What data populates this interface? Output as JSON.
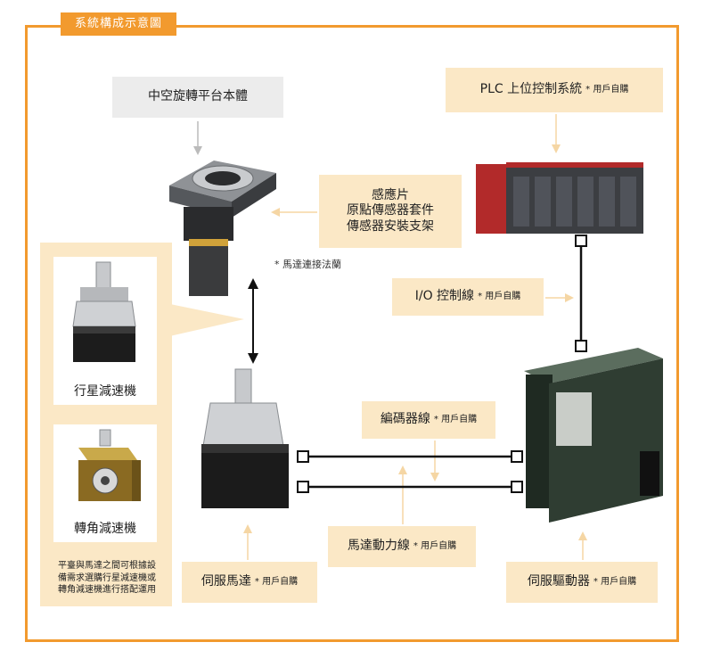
{
  "title": "系統構成示意圖",
  "colors": {
    "frame": "#f29a2e",
    "box": "#fbe8c6",
    "gray_box": "#ececec"
  },
  "top_box": {
    "label": "中空旋轉平台本體"
  },
  "plc_box": {
    "label": "PLC 上位控制系統",
    "suffix": "* 用戶自購"
  },
  "sensor_box": {
    "line1": "感應片",
    "line2": "原點傳感器套件",
    "line3": "傳感器安裝支架"
  },
  "flange_note": "* 馬達連接法蘭",
  "io_box": {
    "label": "I/O 控制線",
    "suffix": "* 用戶自購"
  },
  "encoder_box": {
    "label": "編碼器線",
    "suffix": "* 用戶自購"
  },
  "power_box": {
    "label": "馬達動力線",
    "suffix": "* 用戶自購"
  },
  "servo_motor_box": {
    "label": "伺服馬達",
    "suffix": "* 用戶自購"
  },
  "servo_driver_box": {
    "label": "伺服驅動器",
    "suffix": "* 用戶自購"
  },
  "planetary": {
    "label": "行星減速機"
  },
  "right_angle": {
    "label": "轉角減速機"
  },
  "description": {
    "line1": "平臺與馬達之間可根據設",
    "line2": "備需求選購行星減速機或",
    "line3": "轉角減速機進行搭配運用"
  }
}
